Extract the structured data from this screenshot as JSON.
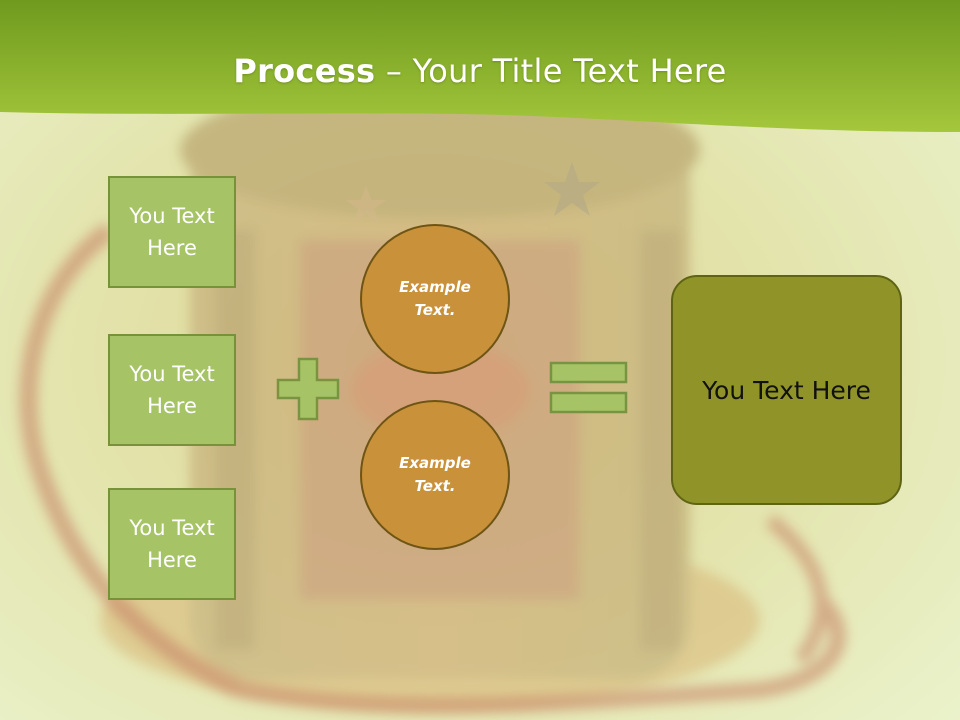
{
  "header": {
    "title_bold": "Process",
    "title_rest": " – Your Title Text Here"
  },
  "boxes": [
    {
      "label": "You Text Here"
    },
    {
      "label": "You Text Here"
    },
    {
      "label": "You Text Here"
    }
  ],
  "circles": [
    {
      "label": "Example Text."
    },
    {
      "label": "Example Text."
    }
  ],
  "result": {
    "label": "You Text Here"
  },
  "colors": {
    "header_green": "#8fb327",
    "box_fill": "#a6c466",
    "circle_fill": "#c8913a",
    "result_fill": "#909428"
  },
  "icons": {
    "operator_1": "plus-icon",
    "operator_2": "equals-icon"
  }
}
